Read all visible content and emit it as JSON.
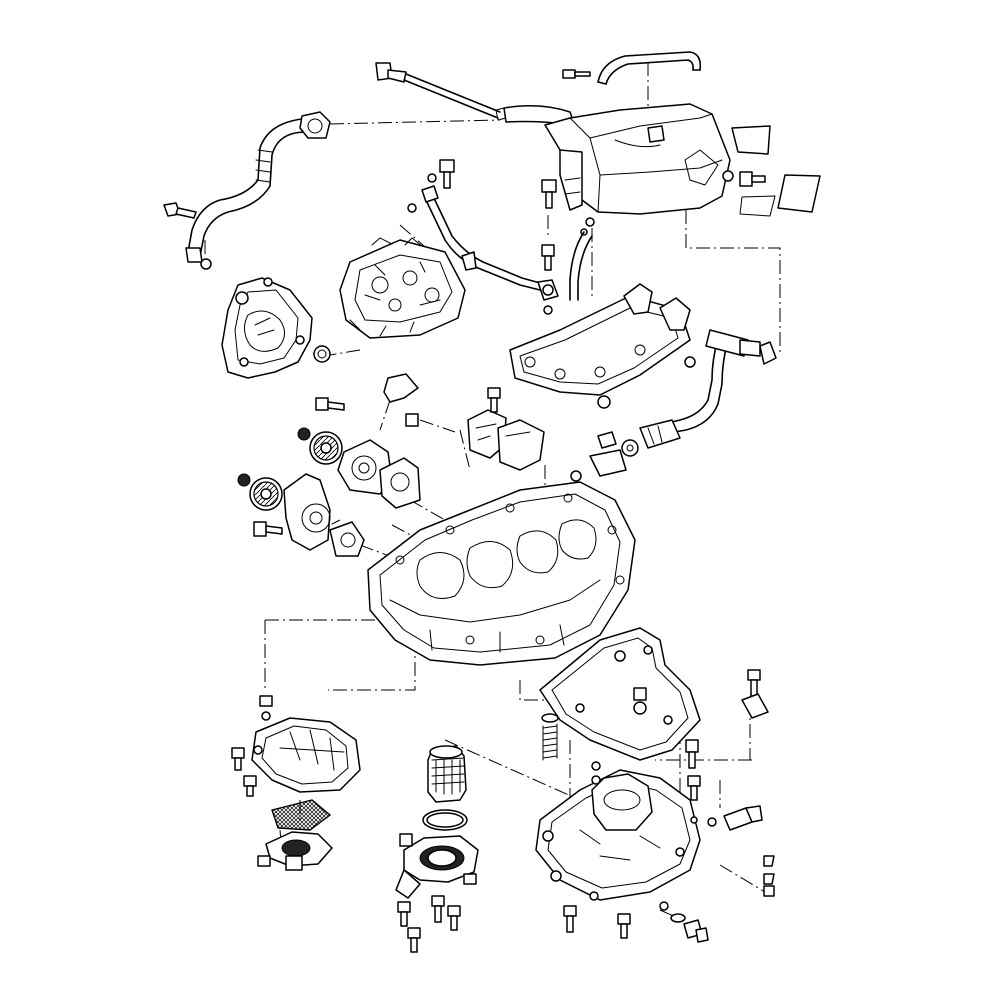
{
  "diagram": {
    "type": "exploded-parts-diagram",
    "colors": {
      "line": "#000000",
      "background": "#ffffff"
    },
    "components": [
      "breather-hose-upper",
      "breather-bracket-hose",
      "dipstick",
      "oil-tank",
      "tank-labels",
      "oil-hose-left",
      "cylinder-head",
      "side-cover",
      "oil-pipe",
      "breather-hose-vertical",
      "engine-mount-bracket",
      "return-pipe",
      "oil-pump-assembly",
      "oil-jet",
      "upper-crankcase",
      "oil-pan-gasket",
      "strainer-housing",
      "oil-filter-cartridge",
      "filter-cover",
      "lower-crankcase-sump",
      "relief-valve-spring",
      "oil-pressure-switch",
      "drain-bolt"
    ]
  }
}
